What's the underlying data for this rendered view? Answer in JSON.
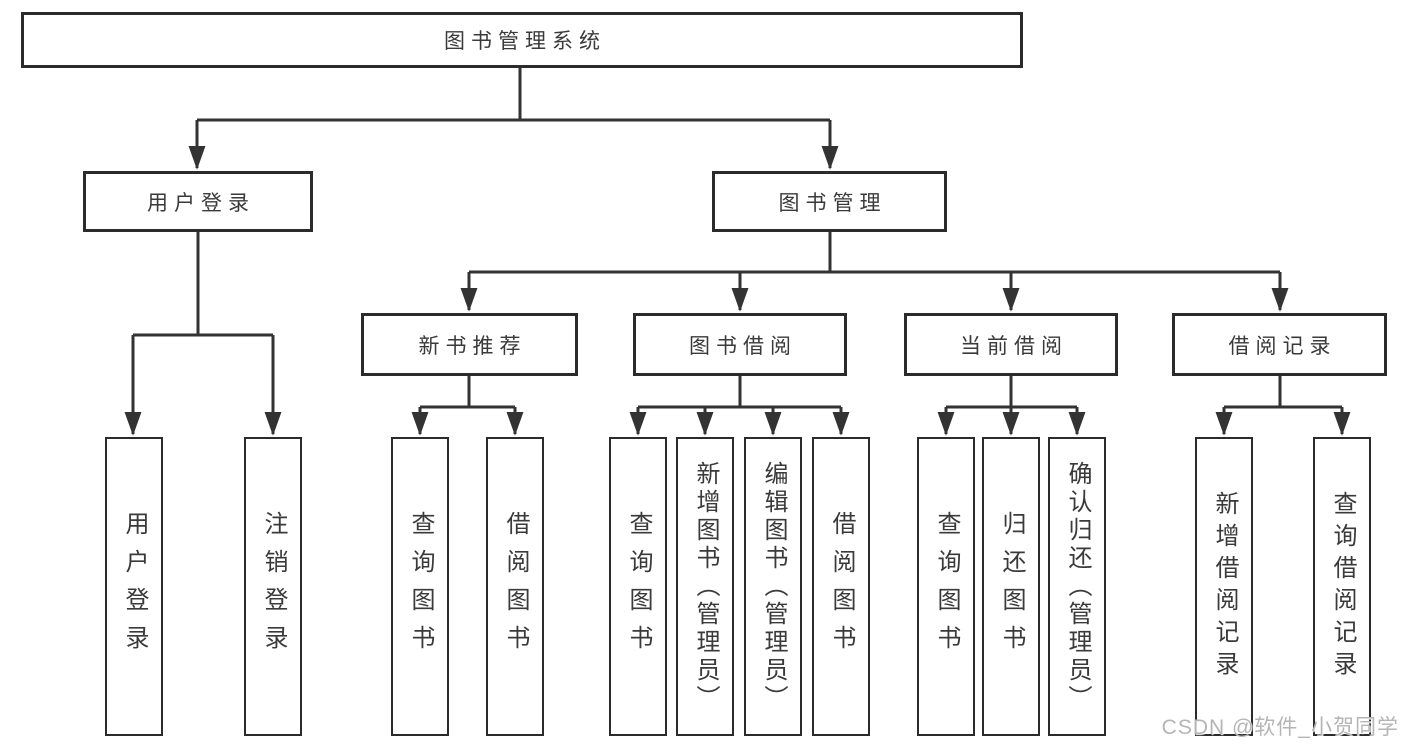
{
  "title": "图书管理系统",
  "watermark": "CSDN @软件_小贺同学",
  "colors": {
    "line": "#333333",
    "box_border": "#2b2b2b",
    "text": "#3a3a3a",
    "background": "#ffffff",
    "watermark": "#b5b5b5"
  },
  "tree": {
    "root": {
      "label": "图书管理系统"
    },
    "level1": [
      {
        "label": "用户登录",
        "parent": "图书管理系统"
      },
      {
        "label": "图书管理",
        "parent": "图书管理系统"
      }
    ],
    "level2": [
      {
        "label": "新书推荐",
        "parent": "图书管理"
      },
      {
        "label": "图书借阅",
        "parent": "图书管理"
      },
      {
        "label": "当前借阅",
        "parent": "图书管理"
      },
      {
        "label": "借阅记录",
        "parent": "图书管理"
      }
    ],
    "leaves": [
      {
        "label": "用户登录",
        "parent": "用户登录"
      },
      {
        "label": "注销登录",
        "parent": "用户登录"
      },
      {
        "label": "查询图书",
        "parent": "新书推荐"
      },
      {
        "label": "借阅图书",
        "parent": "新书推荐"
      },
      {
        "label": "查询图书",
        "parent": "图书借阅"
      },
      {
        "label": "新增图书（管理员）",
        "parent": "图书借阅"
      },
      {
        "label": "编辑图书（管理员）",
        "parent": "图书借阅"
      },
      {
        "label": "借阅图书",
        "parent": "图书借阅"
      },
      {
        "label": "查询图书",
        "parent": "当前借阅"
      },
      {
        "label": "归还图书",
        "parent": "当前借阅"
      },
      {
        "label": "确认归还（管理员）",
        "parent": "当前借阅"
      },
      {
        "label": "新增借阅记录",
        "parent": "借阅记录"
      },
      {
        "label": "查询借阅记录",
        "parent": "借阅记录"
      }
    ]
  }
}
